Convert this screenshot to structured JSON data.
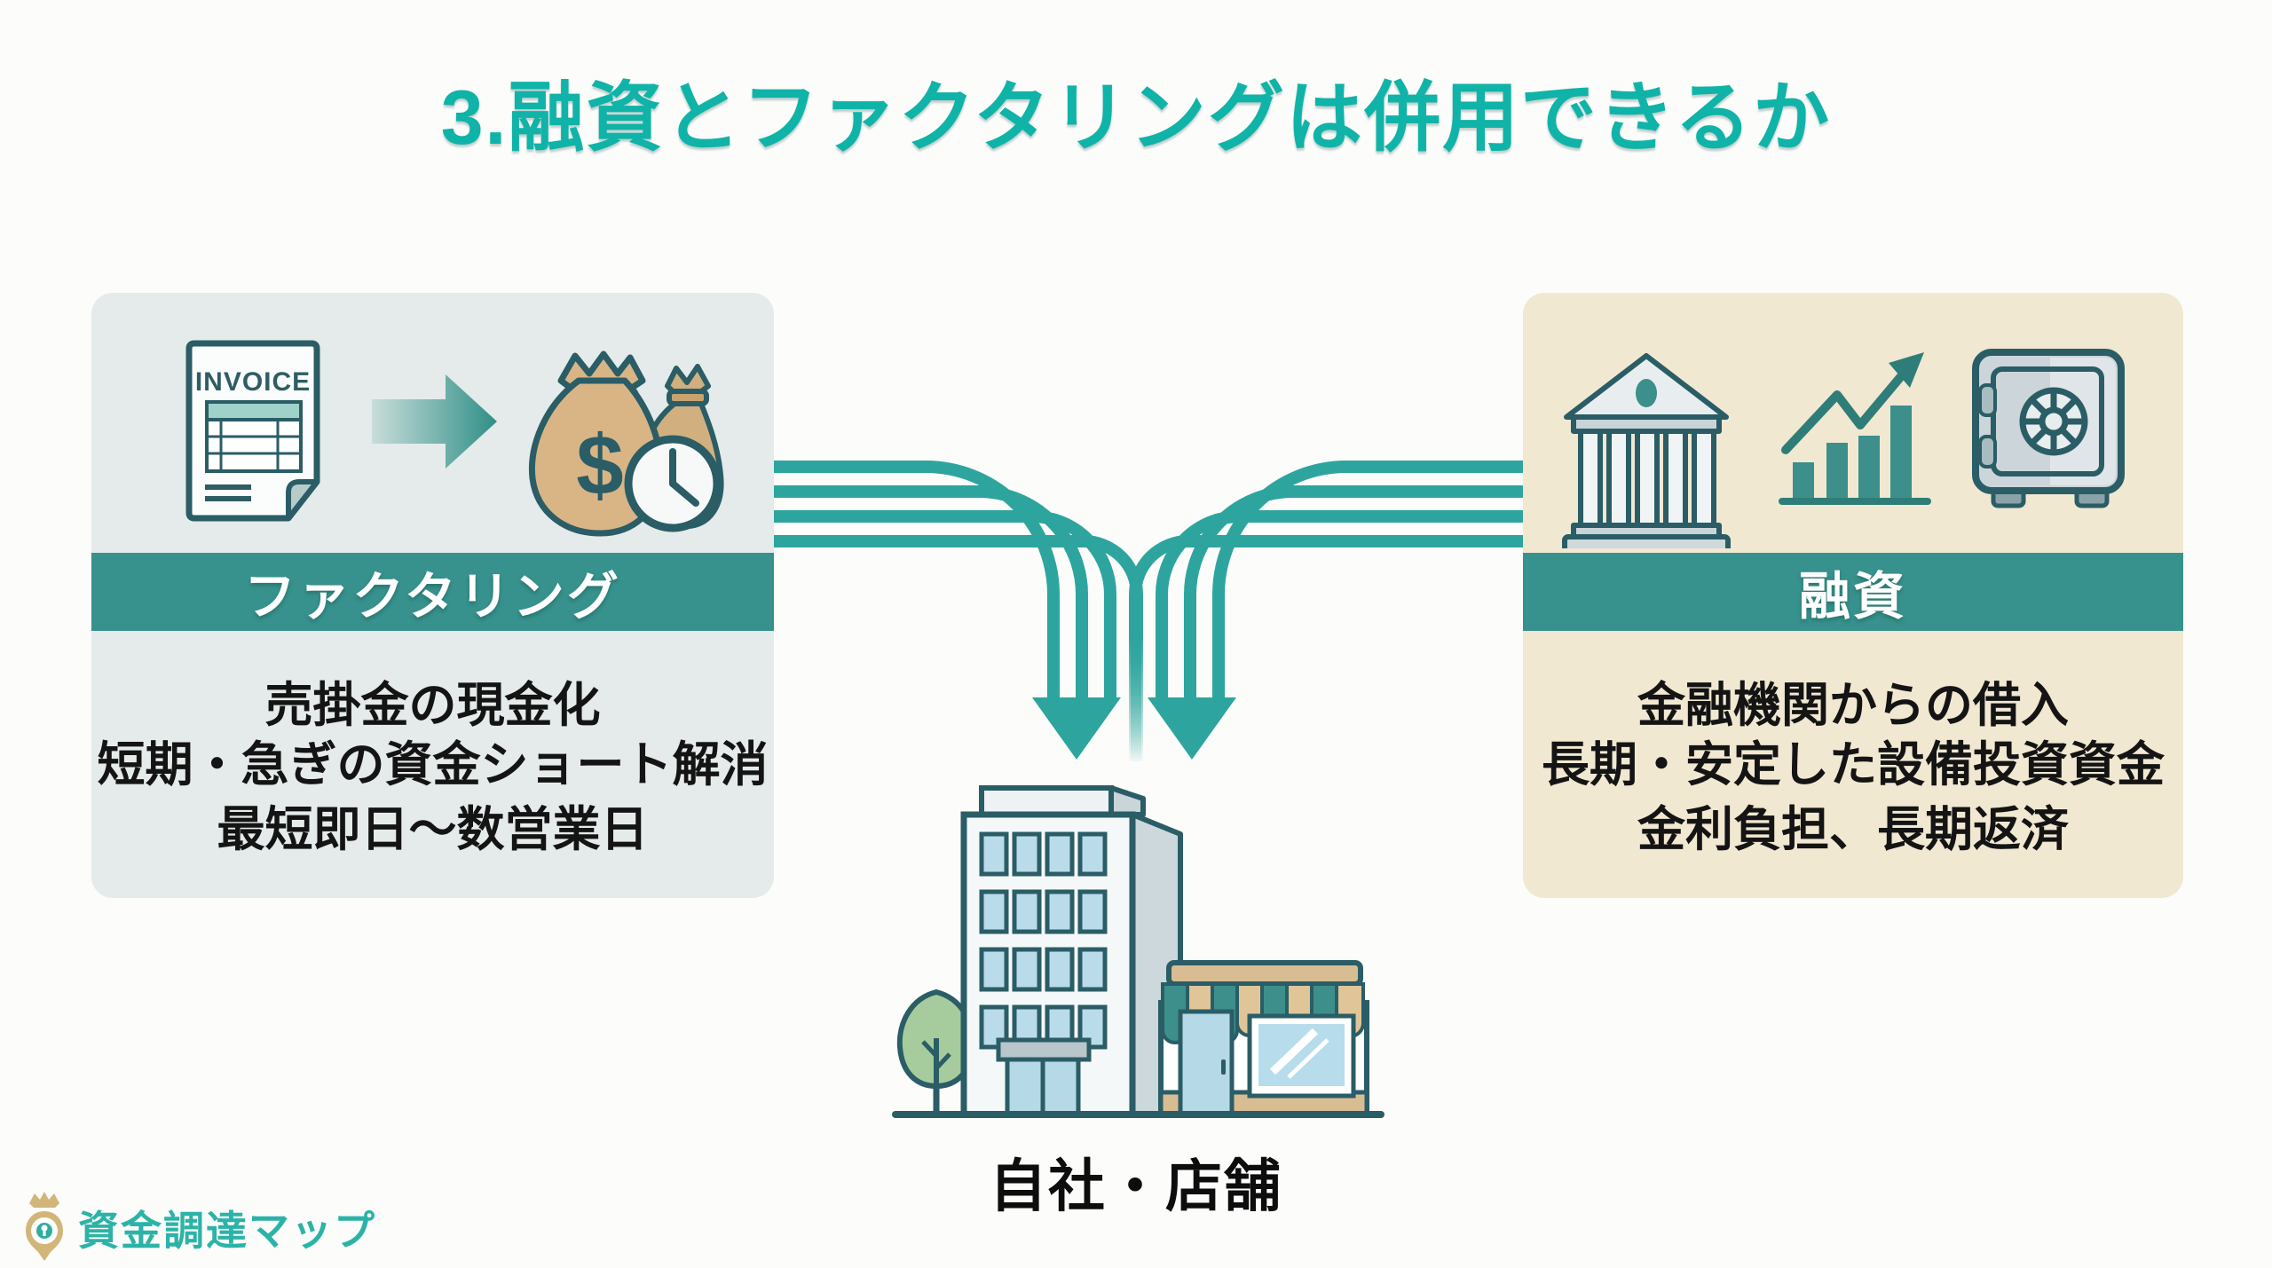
{
  "title": {
    "text": "3.融資とファクタリングは併用できるか"
  },
  "left_panel": {
    "banner": "ファクタリング",
    "invoice_label": "INVOICE",
    "dollar_symbol": "$",
    "lines": [
      "売掛金の現金化",
      "短期・急ぎの資金ショート解消",
      "最短即日〜数営業日"
    ]
  },
  "right_panel": {
    "banner": "融資",
    "lines": [
      "金融機関からの借入",
      "長期・安定した設備投資資金",
      "金利負担、長期返済"
    ]
  },
  "center": {
    "building_label": "自社・店舗"
  },
  "footer": {
    "logo_text": "資金調達マップ"
  },
  "colors": {
    "title_teal": "#10b3a7",
    "flow_teal": "#2da59e",
    "banner_teal": "#37918c",
    "left_panel_bg": "#e4ebea",
    "right_panel_bg": "#f1e8d2",
    "outline_dark": "#2a5d66",
    "money_tan": "#d9b586",
    "logo_gold": "#d2b579",
    "logo_text_teal": "#2cb3a8"
  }
}
